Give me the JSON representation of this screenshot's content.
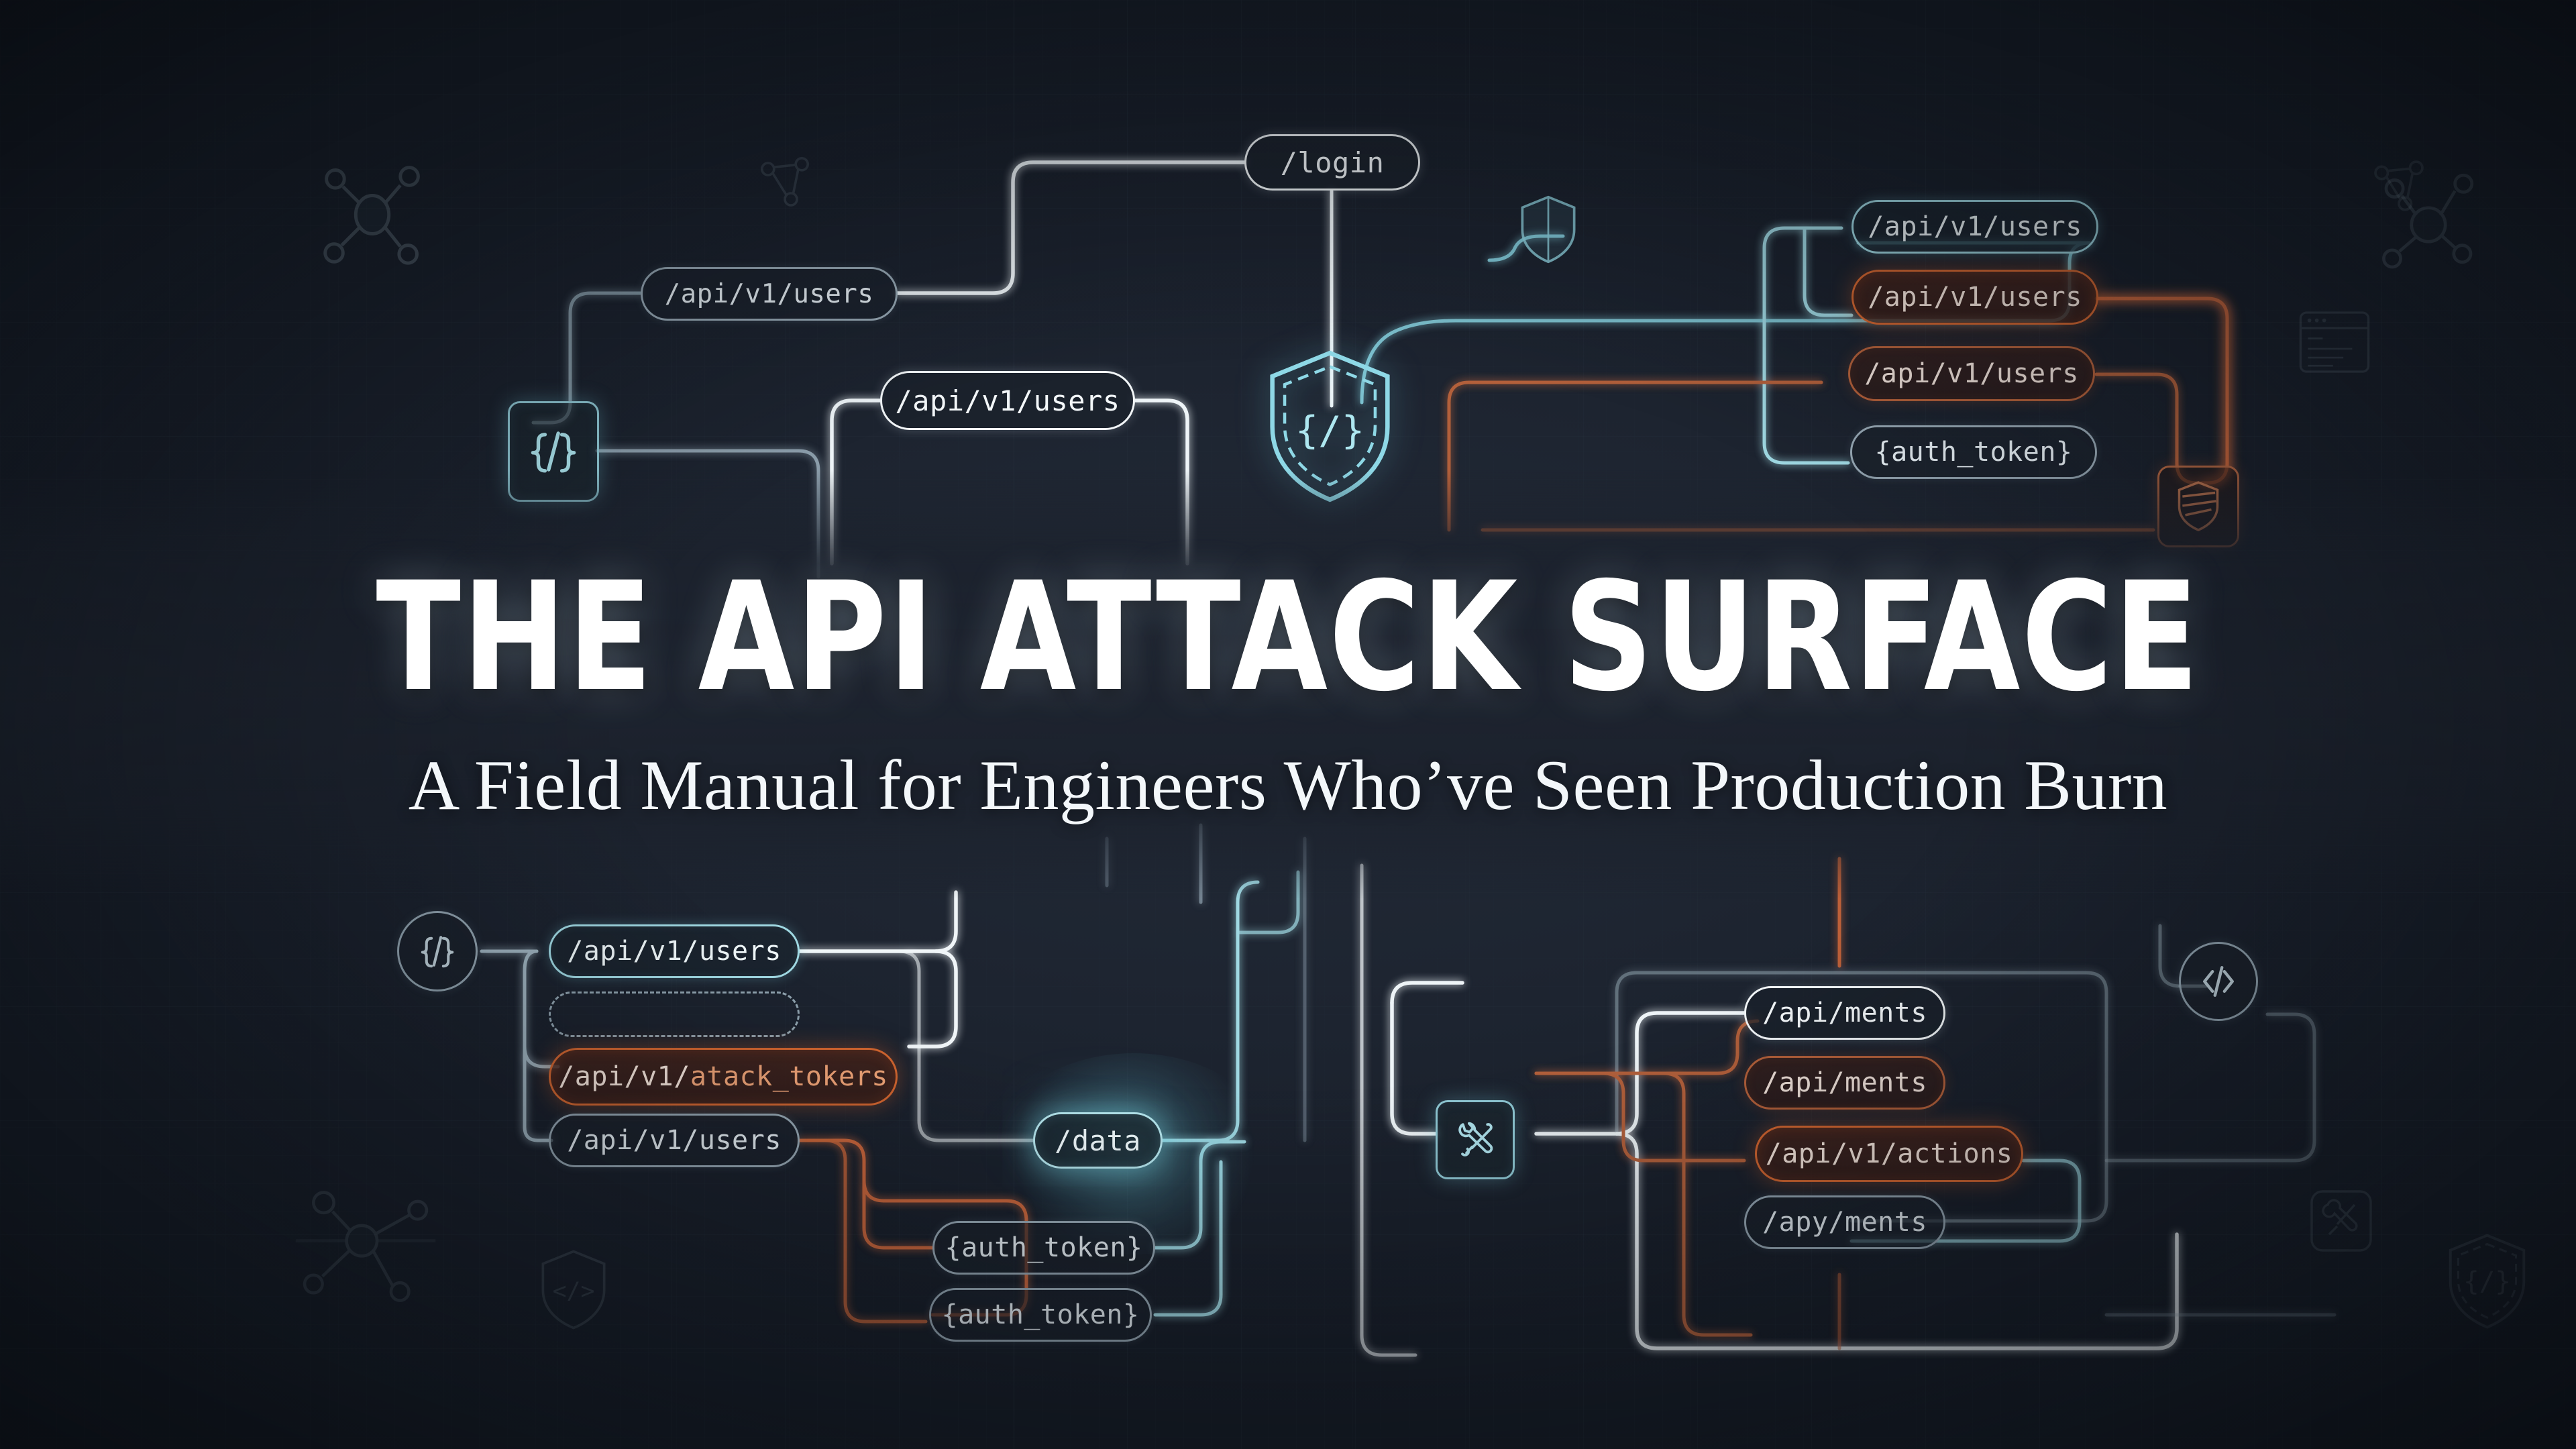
{
  "theme": {
    "background": "#1d2430",
    "cyan": "#9fd8e2",
    "white": "#f2f6f8",
    "orange": "#d2652f",
    "orange_text": "#f0a477",
    "dim": "#97a8b4"
  },
  "headline": {
    "title": "THE API ATTACK SURFACE",
    "subtitle": "A Field Manual for Engineers Who’ve Seen Production Burn"
  },
  "diagram": {
    "top": {
      "nodes": [
        {
          "id": "t-login",
          "label": "/login",
          "style": "white"
        },
        {
          "id": "t-users-left",
          "label": "/api/v1/users",
          "style": "dim"
        },
        {
          "id": "t-users-mid",
          "label": "/api/v1/users",
          "style": "white"
        },
        {
          "id": "t-users-r1",
          "label": "/api/v1/users",
          "style": "cyan"
        },
        {
          "id": "t-users-r2",
          "label": "/api/v1/users",
          "style": "orange"
        },
        {
          "id": "t-users-r3",
          "label": "/api/v1/users",
          "style": "orange-dim"
        },
        {
          "id": "t-auth-token",
          "label": "{auth_token}",
          "style": "dim"
        }
      ],
      "icons": [
        {
          "id": "t-code-chip",
          "icon": "code-braces-icon",
          "style": "cyan-square"
        },
        {
          "id": "t-shield-small",
          "icon": "shield-icon",
          "style": "plain-cyan"
        },
        {
          "id": "t-shield-code",
          "icon": "shield-code-icon",
          "style": "plain-cyan-large"
        },
        {
          "id": "t-shield-layers",
          "icon": "shield-layers-icon",
          "style": "orange-square"
        }
      ]
    },
    "bottom_left": {
      "nodes": [
        {
          "id": "b-users-1",
          "label": "/api/v1/users",
          "style": "cyan"
        },
        {
          "id": "b-ghost",
          "label": "",
          "style": "ghost"
        },
        {
          "id": "b-attack",
          "label": "/api/v1/atack_tokers",
          "prefix": "/api/v1/",
          "highlight": "atack_tokers",
          "style": "orange"
        },
        {
          "id": "b-users-2",
          "label": "/api/v1/users",
          "style": "dim"
        },
        {
          "id": "b-data",
          "label": "/data",
          "style": "glow-cyan"
        },
        {
          "id": "b-auth-1",
          "label": "{auth_token}",
          "style": "dim"
        },
        {
          "id": "b-auth-2",
          "label": "{auth_token}",
          "style": "dim"
        }
      ],
      "icons": [
        {
          "id": "b-code-circle",
          "icon": "code-braces-icon",
          "style": "circle-dim"
        }
      ]
    },
    "bottom_right": {
      "nodes": [
        {
          "id": "r-ments-1",
          "label": "/api/ments",
          "style": "white"
        },
        {
          "id": "r-ments-2",
          "label": "/api/ments",
          "style": "orange-dim"
        },
        {
          "id": "r-actions",
          "label": "/api/v1/actions",
          "style": "orange"
        },
        {
          "id": "r-apy",
          "label": "/apy/ments",
          "style": "dim"
        }
      ],
      "icons": [
        {
          "id": "r-tools",
          "icon": "tools-icon",
          "style": "cyan-square"
        },
        {
          "id": "r-code-angle",
          "icon": "code-angle-icon",
          "style": "circle-dim"
        }
      ]
    },
    "decorations": [
      {
        "id": "d-network-left",
        "icon": "network-nodes-icon"
      },
      {
        "id": "d-network-small",
        "icon": "share-nodes-icon"
      },
      {
        "id": "d-network-right",
        "icon": "share-nodes-icon"
      },
      {
        "id": "d-network-right2",
        "icon": "network-nodes-icon"
      },
      {
        "id": "d-browser-window",
        "icon": "browser-window-icon"
      },
      {
        "id": "d-shield-code-bl",
        "icon": "shield-code-icon"
      },
      {
        "id": "d-shield-code-br",
        "icon": "shield-code-icon"
      },
      {
        "id": "d-tools-faint",
        "icon": "tools-icon"
      },
      {
        "id": "d-graph-bl",
        "icon": "network-nodes-icon"
      }
    ]
  }
}
